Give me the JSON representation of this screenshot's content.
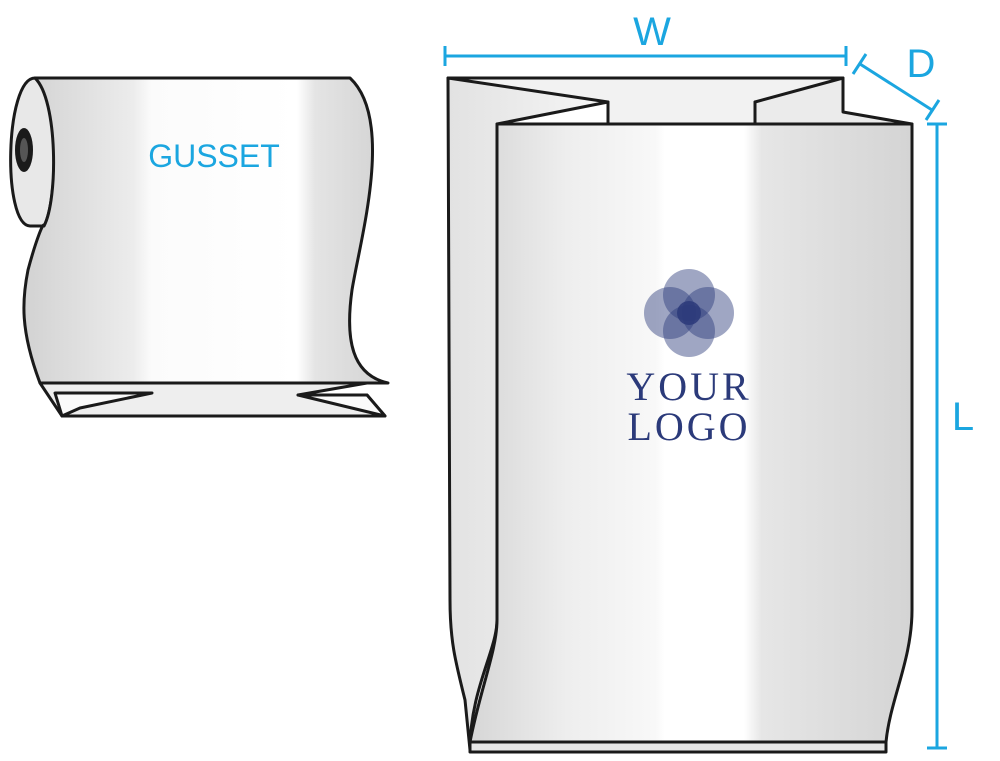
{
  "colors": {
    "dimension": "#1ba6e0",
    "outline": "#1a1a1a",
    "film": "#f1f1f1",
    "film_shade": "#d9d9d9",
    "logo": "#2b3a7a",
    "logo_petal": "#6f7fb4"
  },
  "roll": {
    "label": "GUSSET"
  },
  "bag": {
    "logo_line1": "YOUR",
    "logo_line2": "LOGO",
    "logo_icon": "four-petal-flower-icon"
  },
  "dimensions": {
    "width_label": "W",
    "depth_label": "D",
    "length_label": "L"
  }
}
